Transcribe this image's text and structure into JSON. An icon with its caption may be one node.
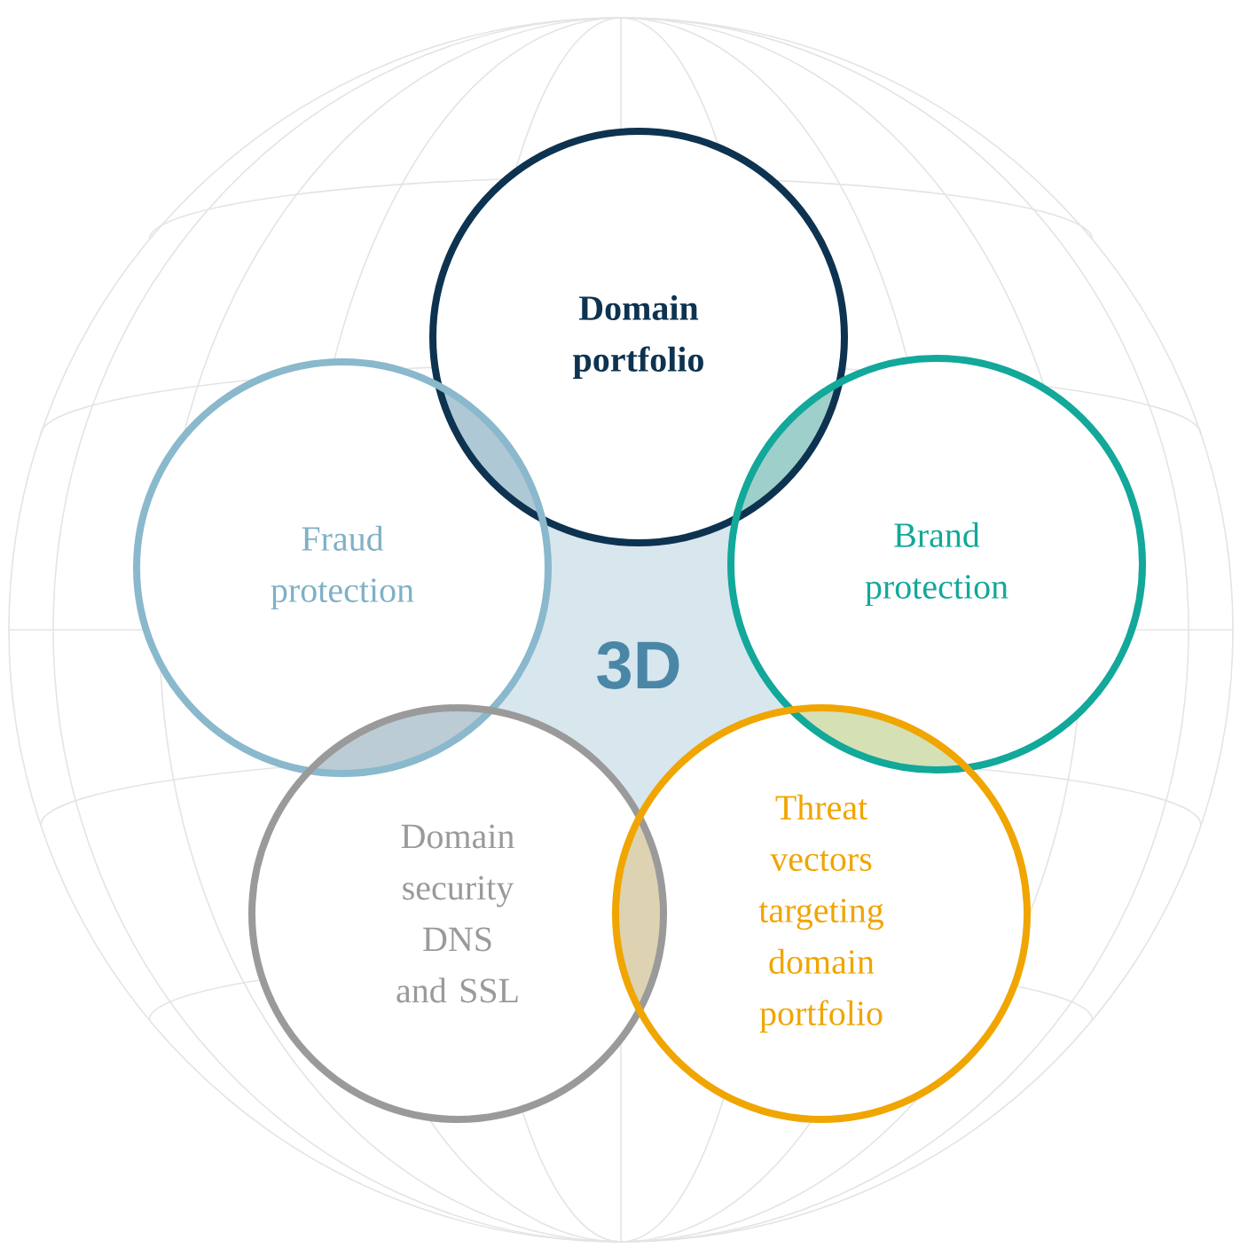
{
  "diagram": {
    "nodes": [
      {
        "text": [
          "Domain portfolio"
        ]
      },
      {
        "text": [
          "Fraud protection"
        ]
      },
      {
        "text": [
          "Brand protection"
        ]
      },
      {
        "text": [
          "3D"
        ]
      },
      {
        "text": [
          "Domain security DNS and SSL"
        ]
      },
      {
        "text": [
          "Threat vectors targeting domain portfolio"
        ]
      }
    ]
  }
}
